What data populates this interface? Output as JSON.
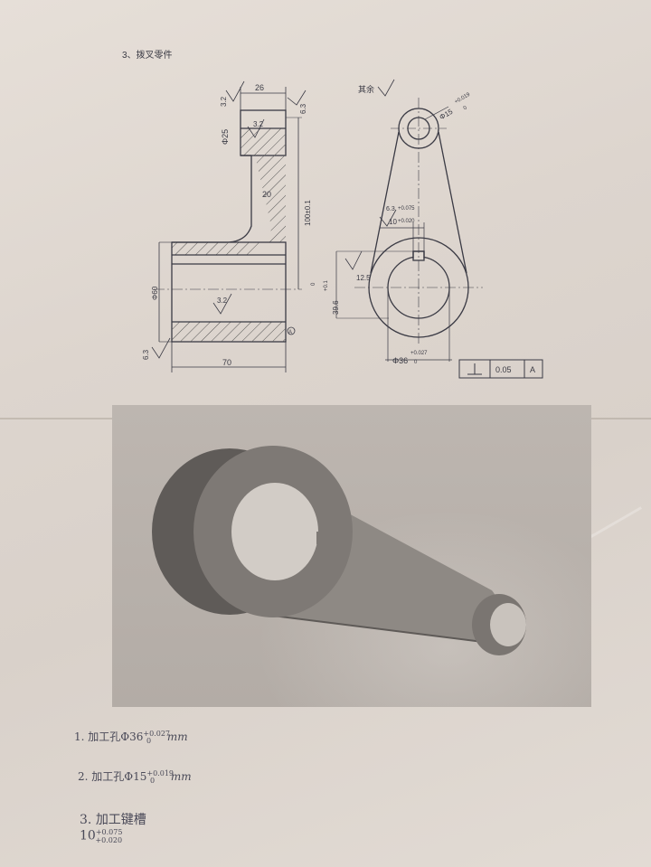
{
  "section_title": "3、拨叉零件",
  "drawing": {
    "dims": {
      "top_width": "26",
      "rough_top": "3.2",
      "rough_right": "6.3",
      "phi_small": "Φ25",
      "rough_small": "3.2",
      "rib": "20",
      "height": "100±0.1",
      "phi_big": "Φ60",
      "rough_big": "3.2",
      "rough_left": "6.3",
      "length": "70",
      "datum_a": "A",
      "rough_other": "其余",
      "phi15": "Φ15",
      "phi15_tol_up": "+0.019",
      "phi15_tol_low": "0",
      "key_rough": "6.3",
      "key_w": "10",
      "key_tol_up": "+0.075",
      "key_tol_low": "+0.020",
      "key_depth": "39.6",
      "key_depth_tol_up": "+0.1",
      "key_depth_tol_low": "0",
      "rough_bore": "12.5",
      "phi36": "Φ36",
      "phi36_tol_up": "+0.027",
      "phi36_tol_low": "0",
      "perp_value": "0.05",
      "perp_datum": "A"
    }
  },
  "notes": [
    {
      "prefix": "1.",
      "text": "加工孔Φ36",
      "sup": "+0.027",
      "sub": "0",
      "unit": "mm"
    },
    {
      "prefix": "2.",
      "text": "加工孔Φ15",
      "sup": "+0.019",
      "sub": "0",
      "unit": "mm"
    },
    {
      "prefix": "3.",
      "text": "加工键槽 10",
      "sup": "+0.075",
      "sub": "+0.020",
      "unit": ""
    }
  ],
  "colors": {
    "paper": "#e0d9d2",
    "ink": "#3a3a44",
    "render_bg": "#b5aea8"
  }
}
